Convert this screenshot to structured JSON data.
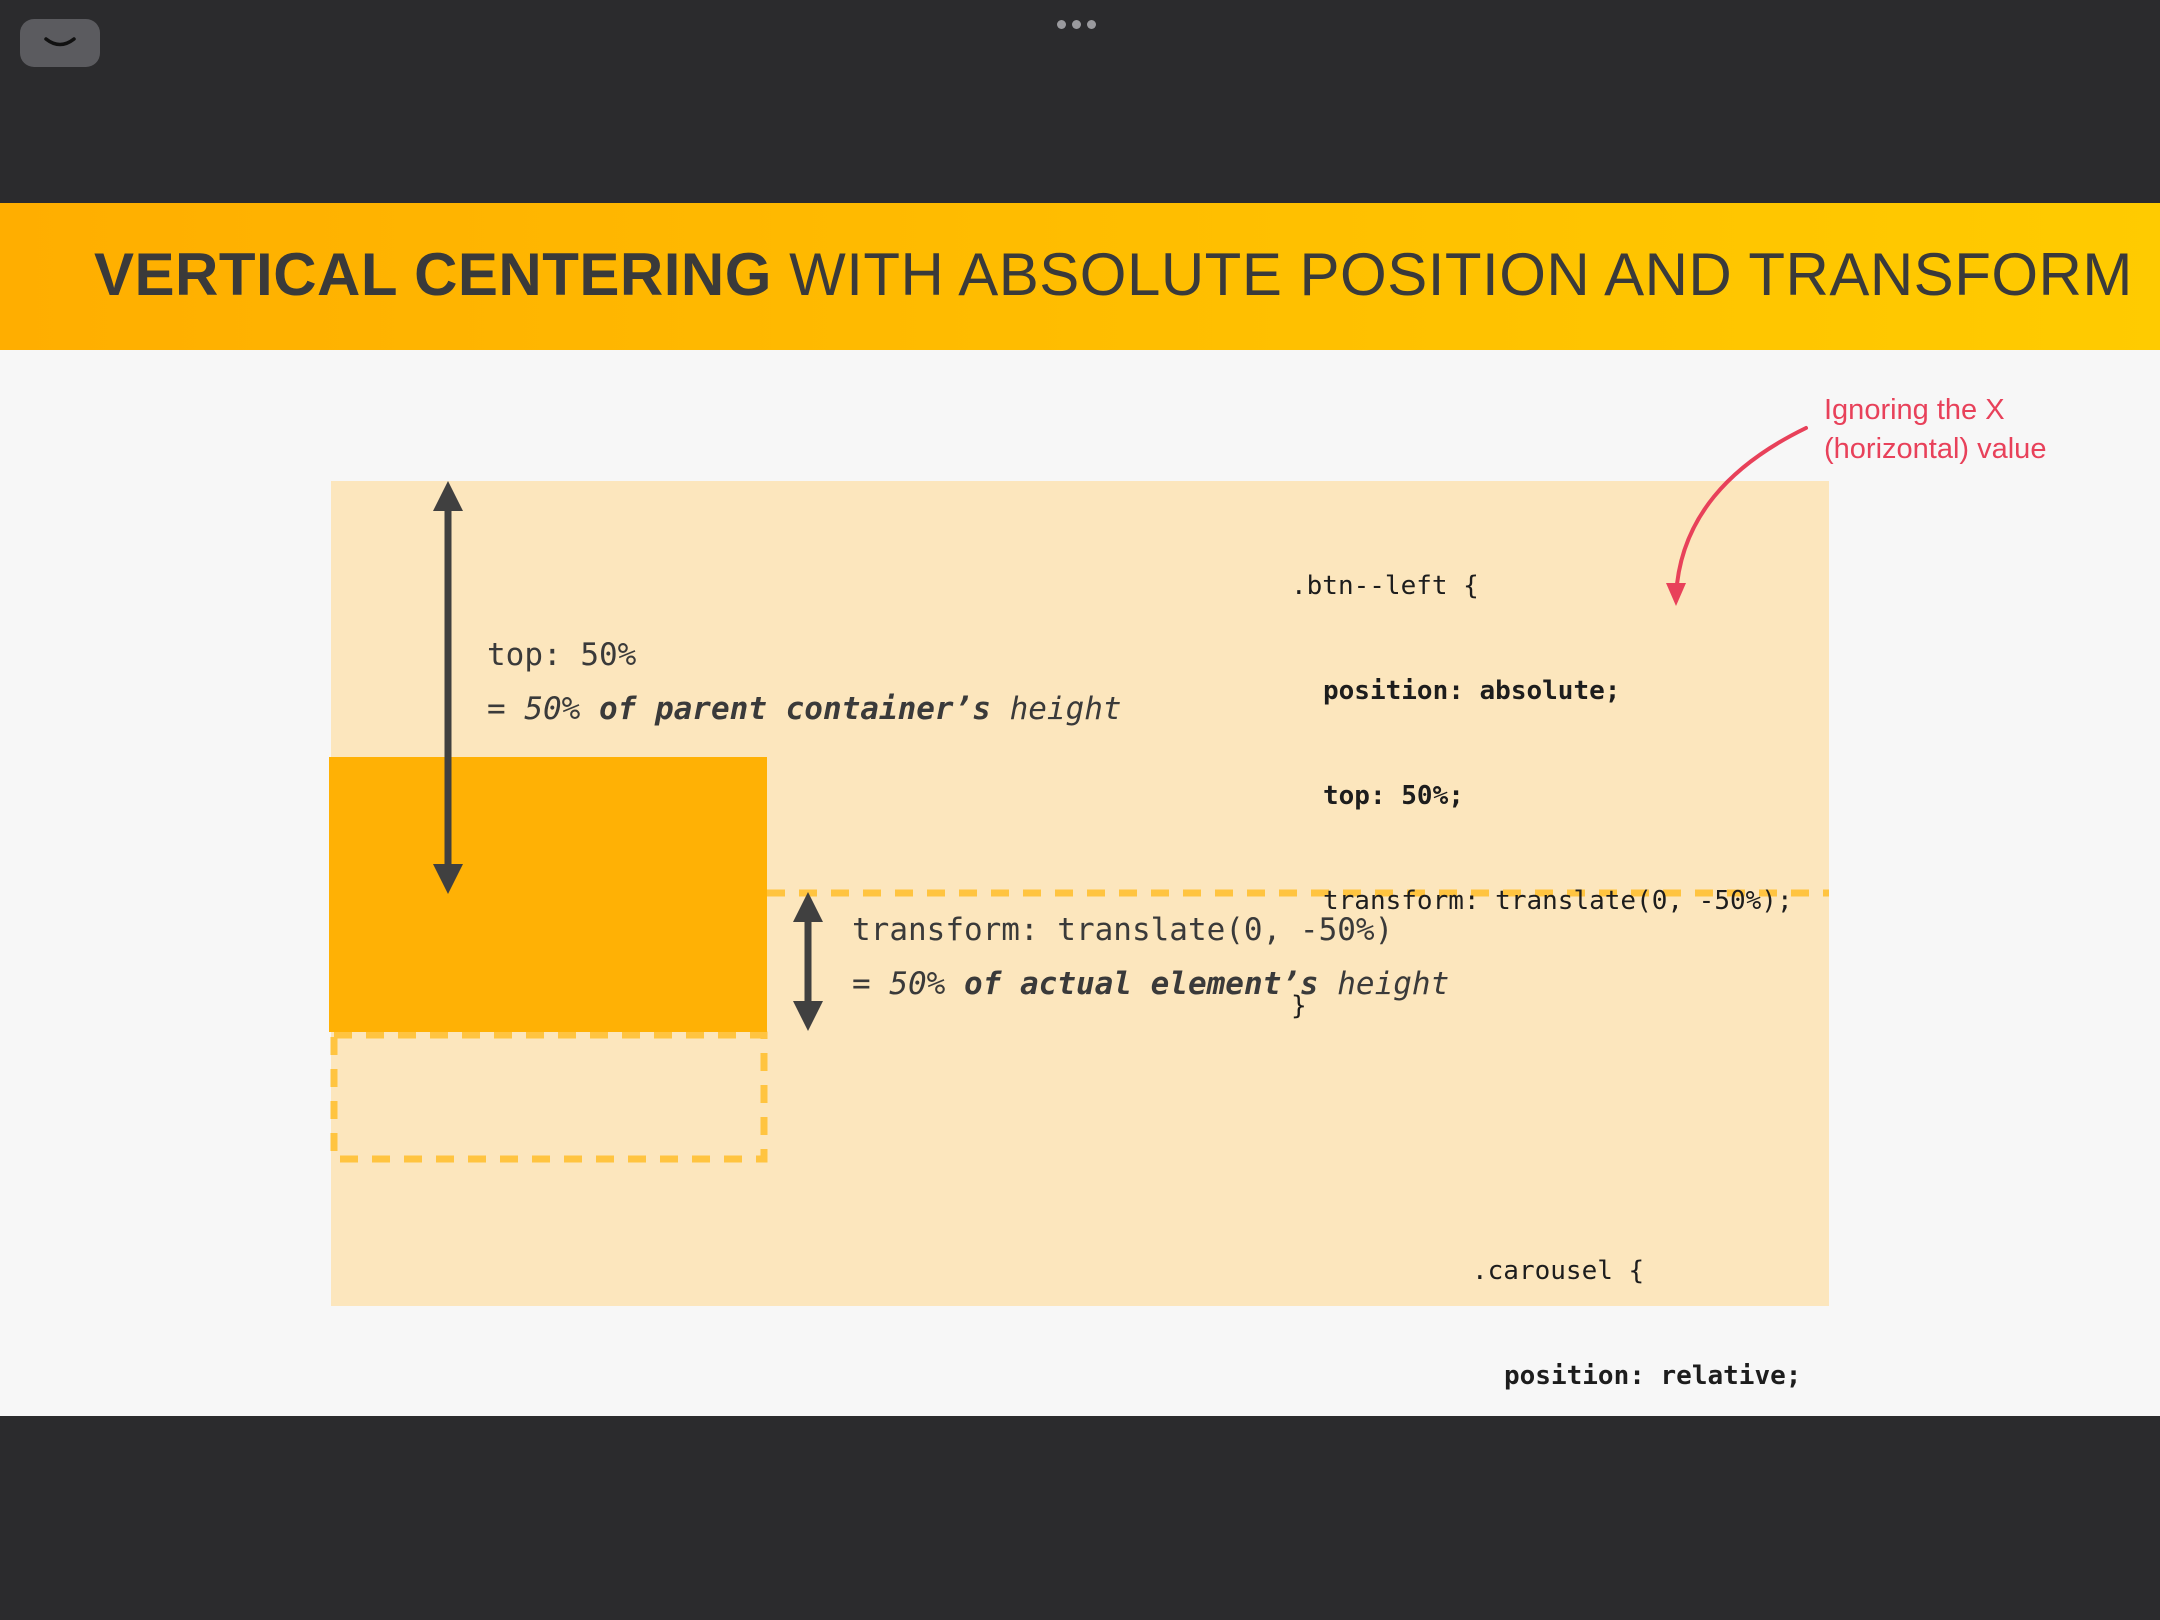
{
  "window": {
    "collapse_button_icon": "chevron-down-icon",
    "more_icon": "more-horizontal-icon"
  },
  "slide": {
    "title_bold": "VERTICAL CENTERING",
    "title_rest": " WITH ABSOLUTE POSITION AND TRANSFORM",
    "top_label": "top: 50%",
    "top_eq": {
      "prefix": "= ",
      "pct": "50%",
      "strong": " of parent container’s",
      "suffix": " height"
    },
    "transform_label": "transform: translate(0, -50%)",
    "transform_eq": {
      "prefix": "= ",
      "pct": "50%",
      "strong": " of actual element’s",
      "suffix": " height"
    },
    "code_btn_left": {
      "selector": ".btn--left {",
      "line1": "position: absolute;",
      "line2": "top: 50%;",
      "line3": "transform: translate(0, -50%);",
      "close": "}"
    },
    "code_carousel": {
      "selector": ".carousel {",
      "line1": "position: relative;",
      "close": "}"
    },
    "annotation": "Ignoring the X (horizontal) value"
  },
  "colors": {
    "accent_yellow": "#ffb105",
    "container_fill": "#fce6bd",
    "dashed_line": "#ffc440",
    "annotation_red": "#e8415a",
    "arrow_dark": "#404040",
    "chrome_dark": "#2b2b2d"
  }
}
